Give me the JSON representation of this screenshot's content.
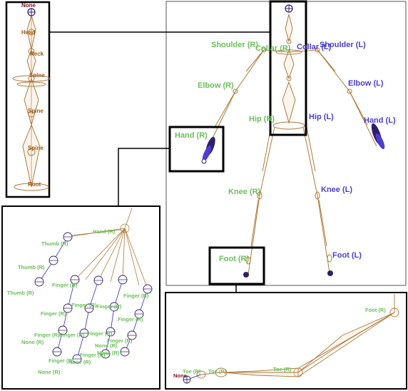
{
  "colors": {
    "bone": "#b07a3a",
    "bone_fill": "#f4e6d4",
    "right": "#6cbf5a",
    "left": "#4a3fd0",
    "joint": "#2f1f6a",
    "frame": "#000000",
    "thin_frame": "#555555",
    "spine_label": "#a05a18",
    "none_label": "#7a1020"
  },
  "spine_panel": {
    "labels": {
      "none": "None",
      "head": "Head",
      "neck": "Neck",
      "spine1": "Spine",
      "spine2": "Spine",
      "spine3": "Spine",
      "root": "Root"
    }
  },
  "body_panel": {
    "labels": {
      "shoulder_r": "Shoulder (R)",
      "collar_r": "Collar (R)",
      "collar_l": "Collar (L)",
      "shoulder_l": "Shoulder (L)",
      "elbow_r": "Elbow (R)",
      "elbow_l": "Elbow (L)",
      "hip_r": "Hip (R)",
      "hip_l": "Hip (L)",
      "hand_r": "Hand (R)",
      "hand_l": "Hand (L)",
      "knee_r": "Knee (R)",
      "knee_l": "Knee (L)",
      "foot_r": "Foot (R)",
      "foot_l": "Foot (L)"
    }
  },
  "hand_panel": {
    "labels": {
      "hand": "Hand (R)",
      "thumb1": "Thumb (R)",
      "thumb2": "Thumb (R)",
      "thumb3": "Thumb (R)",
      "finger1": "Finger (R)",
      "finger2": "Finger (R)",
      "finger3": "Finger (R)",
      "finger4": "Finger (R)",
      "finger5": "Finger (R)",
      "finger6": "Finger (R)",
      "finger7": "Finger (R)",
      "finger8": "Finger (R)",
      "finger9": "Finger (R)",
      "finger10": "Finger (R)",
      "finger11": "Finger (R)",
      "finger12": "Finger (R)",
      "none1": "None (R)",
      "none2": "None (R)",
      "none3": "None (R)",
      "none4": "None (R)",
      "none5": "None (R)"
    }
  },
  "foot_panel": {
    "labels": {
      "foot": "Foot (R)",
      "toe1": "Toe (R)",
      "toe2": "Toe (R)",
      "toe3": "Toe (R)",
      "none": "None"
    }
  }
}
